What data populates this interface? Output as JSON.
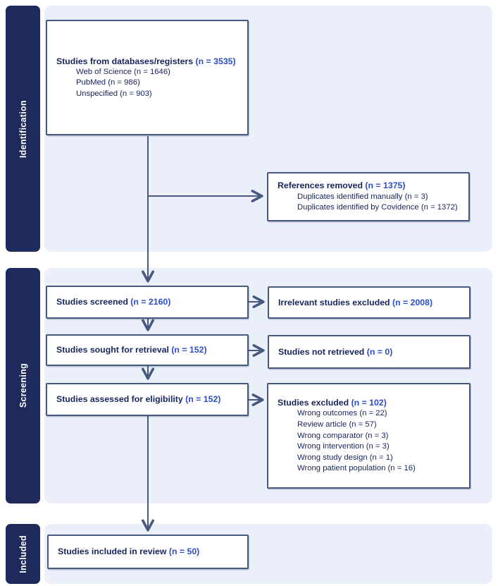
{
  "palette": {
    "band_bg": "#ebeffa",
    "pill_bg": "#1e2a5c",
    "box_border": "#47597f",
    "arrow": "#47597f",
    "text_navy": "#17245c",
    "accent_blue": "#2a4ecb"
  },
  "sections": [
    {
      "label": "Identification"
    },
    {
      "label": "Screening"
    },
    {
      "label": "Included"
    }
  ],
  "boxes": {
    "databases": {
      "title": "Studies from databases/registers",
      "n": "(n = 3535)",
      "items": [
        "Web of Science (n = 1646)",
        "PubMed (n = 986)",
        "Unspecified (n = 903)"
      ]
    },
    "references_removed": {
      "title": "References removed",
      "n": "(n = 1375)",
      "items": [
        "Duplicates identified manually (n = 3)",
        "Duplicates identified by Covidence (n = 1372)"
      ]
    },
    "screened": {
      "title": "Studies screened",
      "n": "(n = 2160)"
    },
    "irrelevant_excluded": {
      "title": "Irrelevant studies excluded",
      "n": "(n = 2008)"
    },
    "sought": {
      "title": "Studies sought for retrieval",
      "n": "(n = 152)"
    },
    "not_retrieved": {
      "title": "Studies not retrieved",
      "n": "(n = 0)"
    },
    "assessed": {
      "title": "Studies assessed for eligibility",
      "n": "(n = 152)"
    },
    "excluded": {
      "title": "Studies excluded",
      "n": "(n = 102)",
      "items": [
        "Wrong outcomes (n = 22)",
        "Review article (n = 57)",
        "Wrong comparator (n = 3)",
        "Wrong intervention (n = 3)",
        "Wrong study design (n = 1)",
        "Wrong patient population (n = 16)"
      ]
    },
    "included": {
      "title": "Studies included in review",
      "n": "(n = 50)"
    }
  }
}
